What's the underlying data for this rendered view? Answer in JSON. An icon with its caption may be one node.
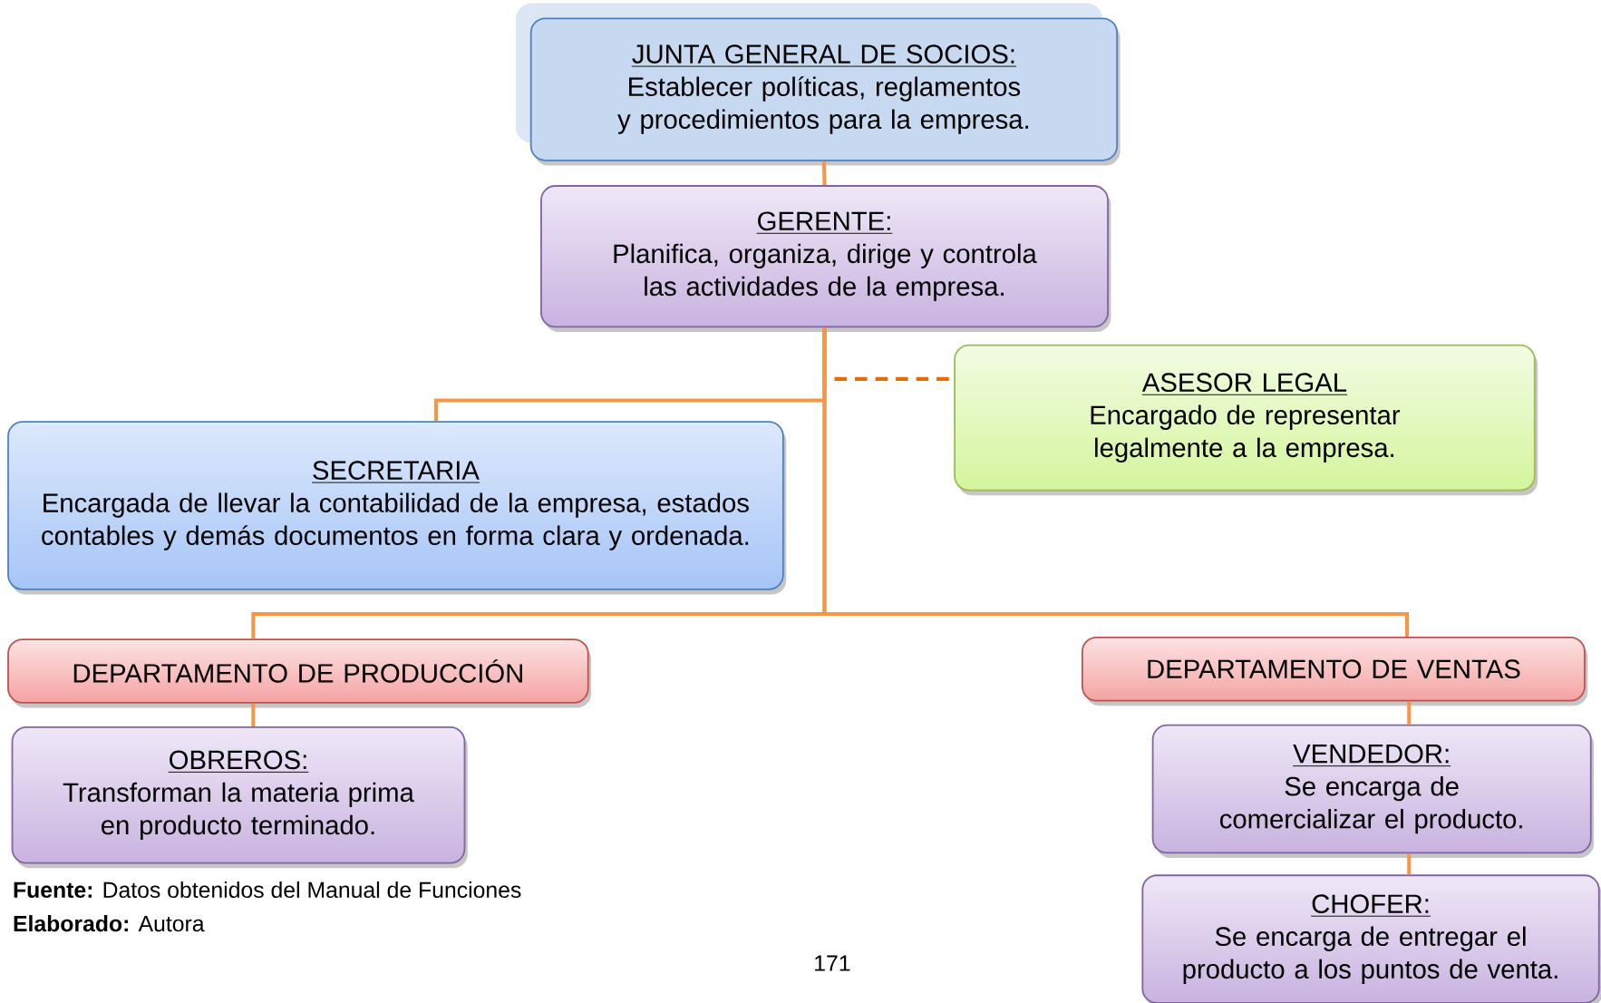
{
  "diagram": {
    "nodes": [
      {
        "text": [
          "JUNTA GENERAL DE SOCIOS:",
          "Establecer políticas, reglamentos y procedimientos para la empresa."
        ]
      },
      {
        "text": [
          "GERENTE:",
          "Planifica, organiza, dirige y controla las actividades de la empresa."
        ]
      },
      {
        "text": [
          "ASESOR LEGAL",
          "Encargado de representar legalmente a la empresa."
        ]
      },
      {
        "text": [
          "SECRETARIA",
          "Encargada de llevar la contabilidad de la empresa, estados contables y demás documentos en forma clara y ordenada."
        ]
      },
      {
        "text": [
          "DEPARTAMENTO DE PRODUCCIÓN"
        ]
      },
      {
        "text": [
          "OBREROS:",
          "Transforman la materia prima en producto terminado."
        ]
      },
      {
        "text": [
          "DEPARTAMENTO DE VENTAS"
        ]
      },
      {
        "text": [
          "VENDEDOR:",
          "Se encarga de comercializar el producto."
        ]
      },
      {
        "text": [
          "CHOFER:",
          "Se encarga de entregar el producto a los puntos de venta."
        ]
      }
    ],
    "edges": [
      {
        "from": 1,
        "to": 2,
        "arrow": "none",
        "style": "dashed",
        "color": "#e36c0a"
      },
      {
        "from": 0,
        "to": 1,
        "arrow": "none"
      },
      {
        "from": 1,
        "to": 3,
        "arrow": "none"
      },
      {
        "from": 1,
        "to": 4,
        "arrow": "none"
      },
      {
        "from": 1,
        "to": 6,
        "arrow": "none"
      },
      {
        "from": 4,
        "to": 5,
        "arrow": "none"
      },
      {
        "from": 6,
        "to": 7,
        "arrow": "none"
      },
      {
        "from": 7,
        "to": 8,
        "arrow": "none"
      }
    ],
    "labels": [
      "**Fuente:** Datos obtenidos del Manual de Funciones",
      "**Elaborado:** Autora",
      "171"
    ]
  }
}
